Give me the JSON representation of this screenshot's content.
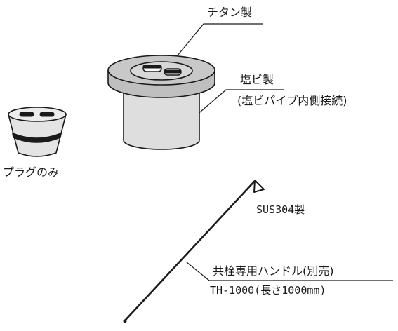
{
  "labels": {
    "titanium": "チタン製",
    "pvc": "塩ビ製",
    "pvc_note": "(塩ビパイプ内側接続)",
    "plug_only": "プラグのみ",
    "sus": "SUS304製",
    "handle": "共栓専用ハンドル(別売)",
    "handle_model": "TH-1000(長さ1000mm)"
  },
  "colors": {
    "titanium_body": "#bfbfbf",
    "titanium_hole": "#ffffff",
    "pvc_body": "#dedede",
    "plug_body": "#e4e4e4",
    "outline": "#1a1a1a"
  }
}
